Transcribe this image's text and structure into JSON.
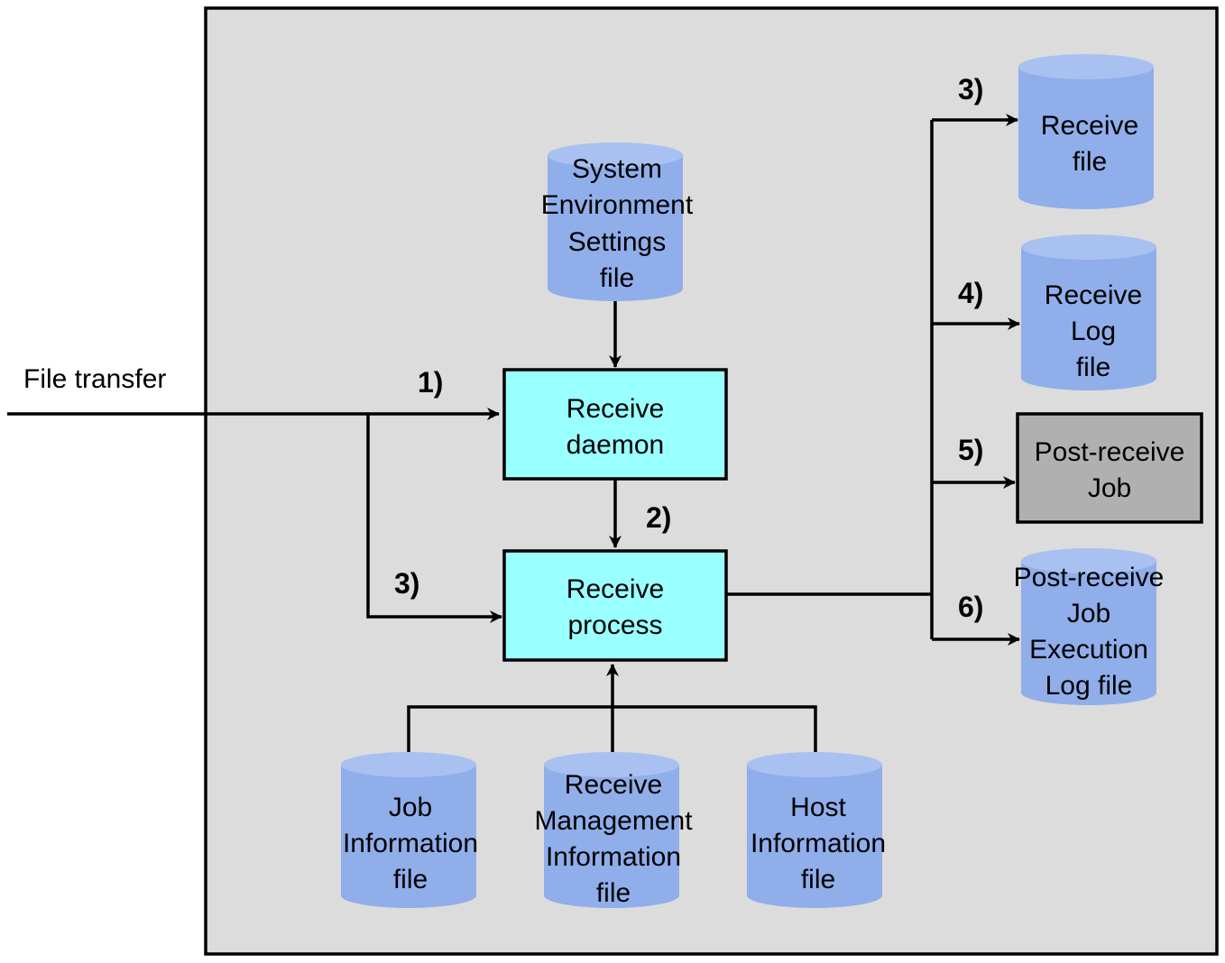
{
  "colors": {
    "container_fill": "#dcdcdc",
    "cylinder_body": "#90aeea",
    "cylinder_top": "#a9c1f1",
    "process_fill": "#99ffff",
    "job_fill": "#b0b0b0",
    "line": "#000000"
  },
  "input_label": "File transfer",
  "steps": {
    "s1": "1)",
    "s2": "2)",
    "s3_left": "3)",
    "s3_right": "3)",
    "s4": "4)",
    "s5": "5)",
    "s6": "6)"
  },
  "cylinders": {
    "system_env": [
      "System",
      "Environment",
      "Settings",
      "file"
    ],
    "receive_file": [
      "Receive",
      "file"
    ],
    "receive_log": [
      "Receive",
      "Log",
      "file"
    ],
    "post_job_log": [
      "Post-receive",
      "Job",
      "Execution",
      "Log  file"
    ],
    "job_info": [
      "Job",
      "Information",
      "file"
    ],
    "recv_mgmt": [
      "Receive",
      "Management",
      "Information",
      "file"
    ],
    "host_info": [
      "Host",
      "Information",
      "file"
    ]
  },
  "processes": {
    "daemon": [
      "Receive",
      "daemon"
    ],
    "process": [
      "Receive",
      "process"
    ]
  },
  "job": [
    "Post-receive",
    "Job"
  ]
}
